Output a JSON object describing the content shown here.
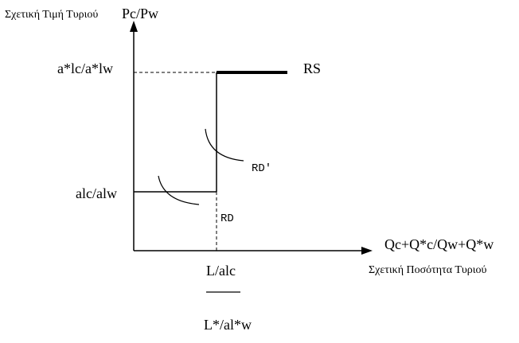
{
  "y_axis_title_greek": "Σχετική Τιμή Τυριού",
  "y_axis_title_ratio": "Pc/Pw",
  "x_axis_title_formula": "Qc+Q*c/Qw+Q*w",
  "x_axis_title_greek": "Σχετική Ποσότητα Τυριού",
  "upper_price_label": "a*lc/a*lw",
  "lower_price_label": "alc/alw",
  "supply_label": "RS",
  "demand_label_prime": "RD'",
  "demand_label": "RD",
  "quantity_numerator": "L/alc",
  "quantity_denominator": "L*/al*w",
  "colors": {
    "ink": "#000000",
    "background": "#ffffff"
  }
}
